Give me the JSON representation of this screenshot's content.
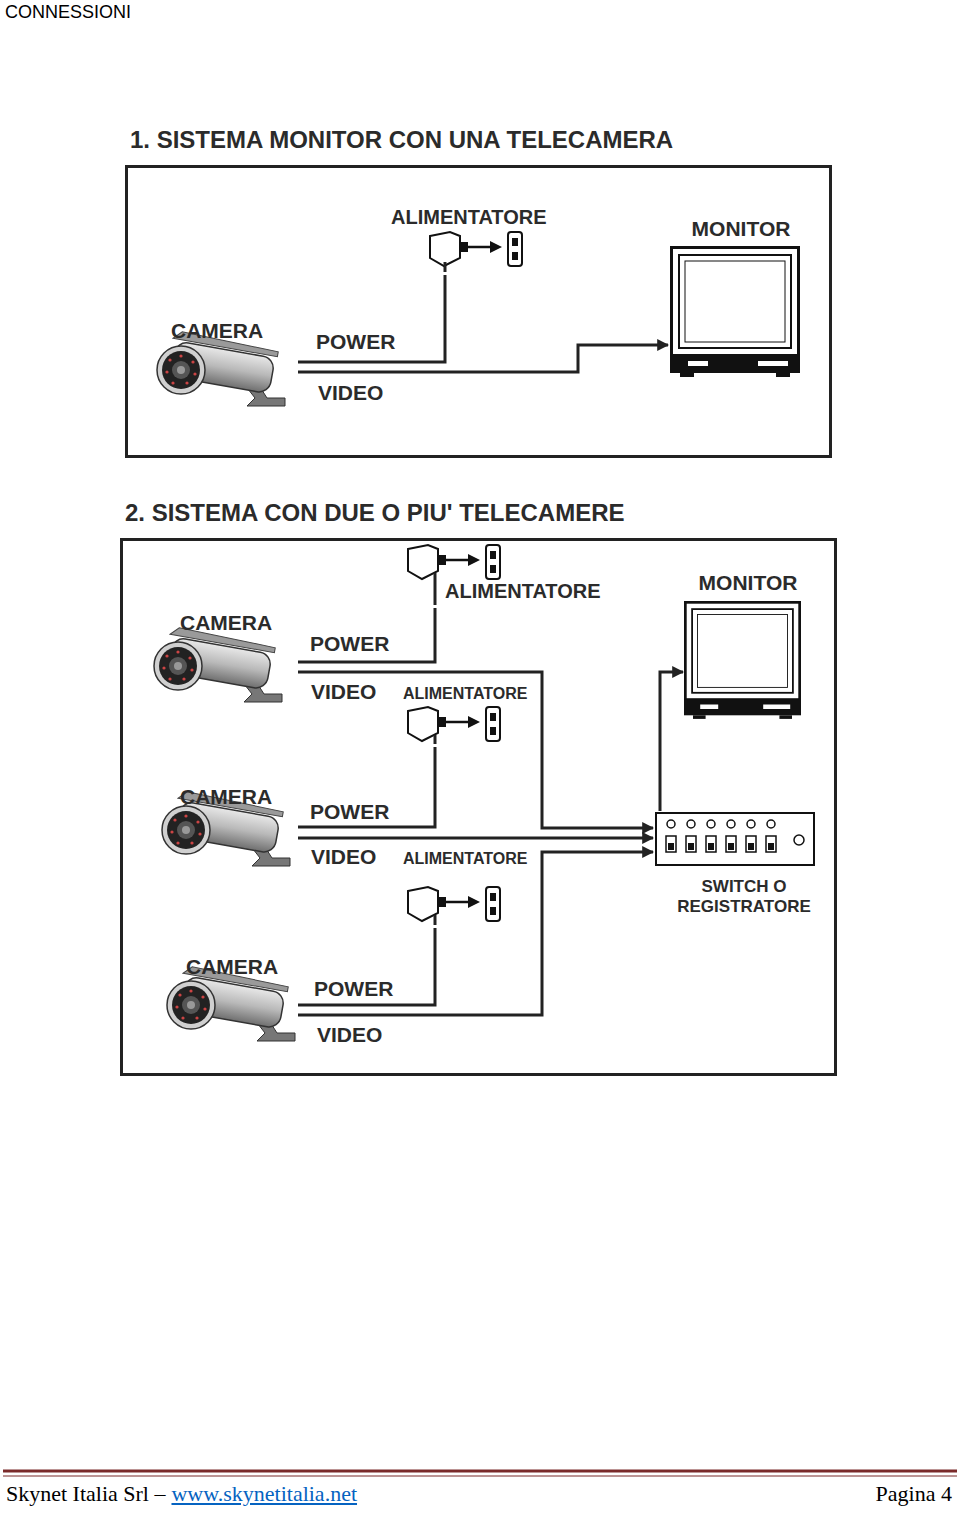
{
  "diagram": {
    "nodes": [
      {
        "text": [
          "1. SISTEMA MONITOR CON UNA TELECAMERA"
        ]
      },
      {
        "text": [
          "CAMERA"
        ],
        "in": 0
      },
      {
        "text": [
          "ALIMENTATORE"
        ],
        "in": 0
      },
      {
        "text": [
          "MONITOR"
        ],
        "in": 0
      },
      {
        "text": [
          "2. SISTEMA CON DUE O PIU' TELECAMERE"
        ]
      },
      {
        "text": [
          "ALIMENTATORE"
        ],
        "in": 4
      },
      {
        "text": [
          "MONITOR"
        ],
        "in": 4
      },
      {
        "text": [
          "CAMERA"
        ],
        "in": 4
      },
      {
        "text": [
          "ALIMENTATORE"
        ],
        "in": 4
      },
      {
        "text": [
          "CAMERA"
        ],
        "in": 4
      },
      {
        "text": [
          "ALIMENTATORE"
        ],
        "in": 4
      },
      {
        "text": [
          "SWITCH O REGISTRATORE"
        ],
        "in": 4
      },
      {
        "text": [
          "CAMERA"
        ],
        "in": 4
      }
    ],
    "edges": [
      {
        "from": 1,
        "to": 2,
        "arrow": "none",
        "label": "POWER"
      },
      {
        "from": 1,
        "to": 3,
        "arrow": "to",
        "label": "VIDEO"
      },
      {
        "from": 7,
        "to": 5,
        "arrow": "none",
        "label": "POWER"
      },
      {
        "from": 7,
        "to": 11,
        "arrow": "to",
        "label": "VIDEO"
      },
      {
        "from": 9,
        "to": 8,
        "arrow": "none",
        "label": "POWER"
      },
      {
        "from": 9,
        "to": 11,
        "arrow": "to",
        "label": "VIDEO"
      },
      {
        "from": 12,
        "to": 10,
        "arrow": "none",
        "label": "POWER"
      },
      {
        "from": 12,
        "to": 11,
        "arrow": "to",
        "label": "VIDEO"
      },
      {
        "from": 11,
        "to": 6,
        "arrow": "to"
      }
    ],
    "labels": [
      "CONNESSIONI",
      "Skynet Italia Srl –",
      "www.skynetitalia.net",
      "Pagina 4"
    ]
  }
}
